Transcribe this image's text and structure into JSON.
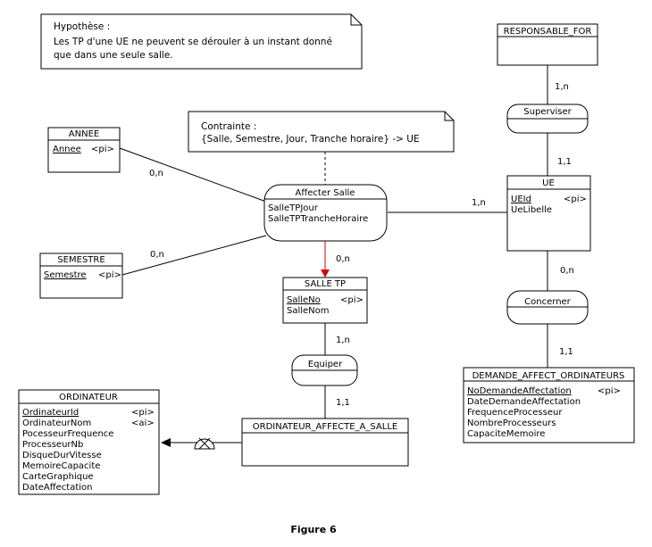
{
  "hypothese": {
    "title": "Hypothèse :",
    "line1": "Les TP d'une UE ne peuvent se dérouler à un instant donné",
    "line2": "que dans une seule salle."
  },
  "contrainte": {
    "title": "Contrainte :",
    "line1": "{Salle, Semestre, Jour, Tranche horaire} -> UE"
  },
  "entities": {
    "responsable": {
      "name": "RESPONSABLE_FOR"
    },
    "annee": {
      "name": "ANNEE",
      "attr1": "Annee",
      "attr1_tag": "<pi>"
    },
    "semestre": {
      "name": "SEMESTRE",
      "attr1": "Semestre",
      "attr1_tag": "<pi>"
    },
    "ue": {
      "name": "UE",
      "attr1": "UEId",
      "attr1_tag": "<pi>",
      "attr2": "UeLibelle"
    },
    "salle_tp": {
      "name": "SALLE TP",
      "attr1": "SalleNo",
      "attr1_tag": "<pi>",
      "attr2": "SalleNom"
    },
    "ordinateur": {
      "name": "ORDINATEUR",
      "attr1": "OrdinateurId",
      "attr1_tag": "<pi>",
      "attr2": "OrdinateurNom",
      "attr2_tag": "<ai>",
      "attr3": "PocesseurFrequence",
      "attr4": "ProcesseurNb",
      "attr5": "DisqueDurVitesse",
      "attr6": "MemoireCapacite",
      "attr7": "CarteGraphique",
      "attr8": "DateAffectation"
    },
    "ordinateur_affecte": {
      "name": "ORDINATEUR_AFFECTE_A_SALLE"
    },
    "demande": {
      "name": "DEMANDE_AFFECT_ORDINATEURS",
      "attr1": "NoDemandeAffectation",
      "attr1_tag": "<pi>",
      "attr2": "DateDemandeAffectation",
      "attr3": "FrequenceProcesseur",
      "attr4": "NombreProcesseurs",
      "attr5": "CapaciteMemoire"
    }
  },
  "associations": {
    "superviser": {
      "name": "Superviser"
    },
    "affecter_salle": {
      "name": "Affecter Salle",
      "attr1": "SalleTPJour",
      "attr2": "SalleTPTrancheHoraire"
    },
    "concerner": {
      "name": "Concerner"
    },
    "equiper": {
      "name": "Equiper"
    }
  },
  "cardinalities": {
    "responsable_superviser": "1,n",
    "superviser_ue": "1,1",
    "annee_affecter": "0,n",
    "semestre_affecter": "0,n",
    "affecter_ue": "1,n",
    "affecter_salle": "0,n",
    "ue_concerner": "0,n",
    "concerner_demande": "1,1",
    "salle_equiper": "1,n",
    "equiper_ordinateur_affecte": "1,1"
  },
  "caption": "Figure 6"
}
